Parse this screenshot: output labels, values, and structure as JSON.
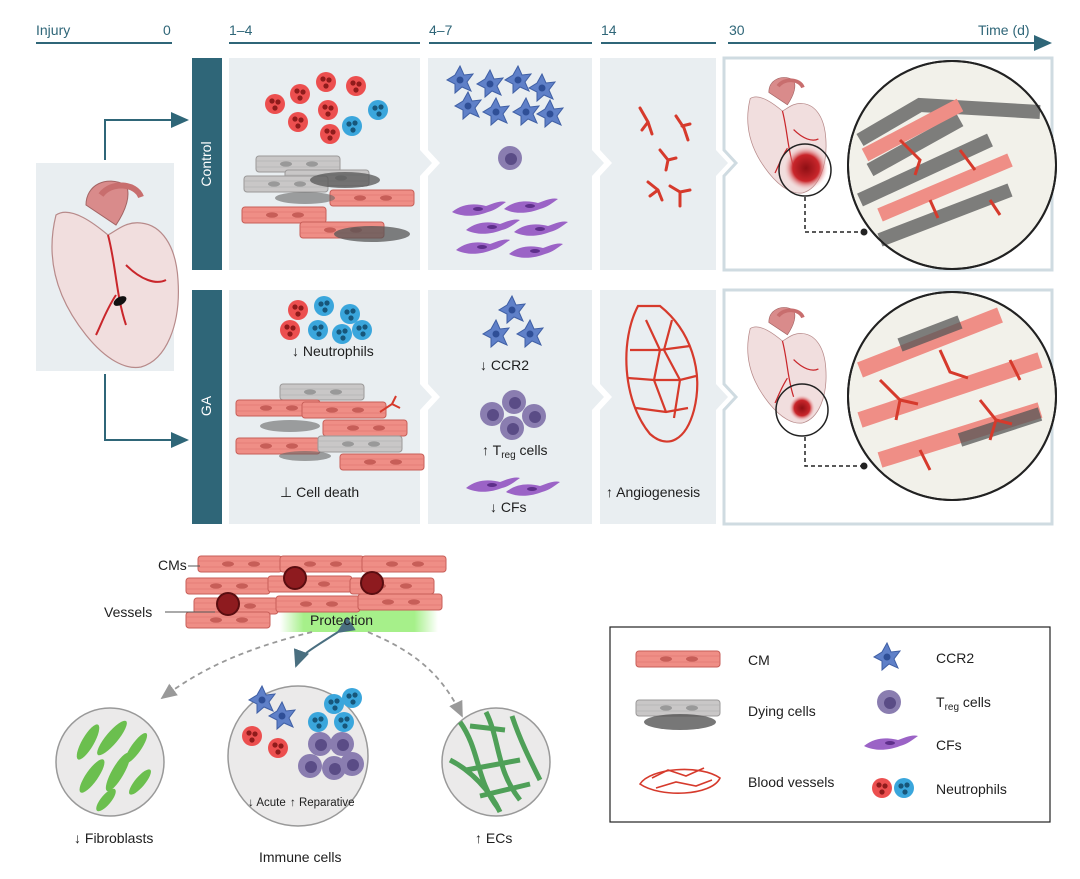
{
  "timeline": {
    "injury": "Injury",
    "zero": "0",
    "t1": "1–4",
    "t2": "4–7",
    "t3": "14",
    "t4": "30",
    "axis": "Time (d)"
  },
  "rows": {
    "control": "Control",
    "ga": "GA"
  },
  "ga_labels": {
    "neutrophils": "Neutrophils",
    "cell_death": "Cell death",
    "ccr2": "CCR2",
    "treg_main": "T",
    "treg_sub": "reg",
    "treg_tail": " cells",
    "cfs": "CFs",
    "angiogenesis": "Angiogenesis"
  },
  "mechanism": {
    "cms": "CMs",
    "vessels": "Vessels",
    "protection": "Protection",
    "fibroblasts": "Fibroblasts",
    "acute": "Acute",
    "reparative": "Reparative",
    "immune": "Immune cells",
    "ecs": "ECs"
  },
  "legend": {
    "cm": "CM",
    "dying": "Dying cells",
    "vessels": "Blood vessels",
    "ccr2": "CCR2",
    "treg_main": "T",
    "treg_sub": "reg",
    "treg_tail": " cells",
    "cfs": "CFs",
    "neutrophils": "Neutrophils"
  },
  "colors": {
    "teal": "#2f6678",
    "panel": "#e9eef1",
    "cm": "#ef8e86",
    "vessel": "#d63a2c",
    "neutrophil_red": "#ec4f4f",
    "neutrophil_blue": "#3aa6dc",
    "ccr2": "#5f80c8",
    "treg": "#8a7db0",
    "cf": "#9b63c6",
    "fibro": "#6bbf4e",
    "protection": "#a6f08a"
  }
}
